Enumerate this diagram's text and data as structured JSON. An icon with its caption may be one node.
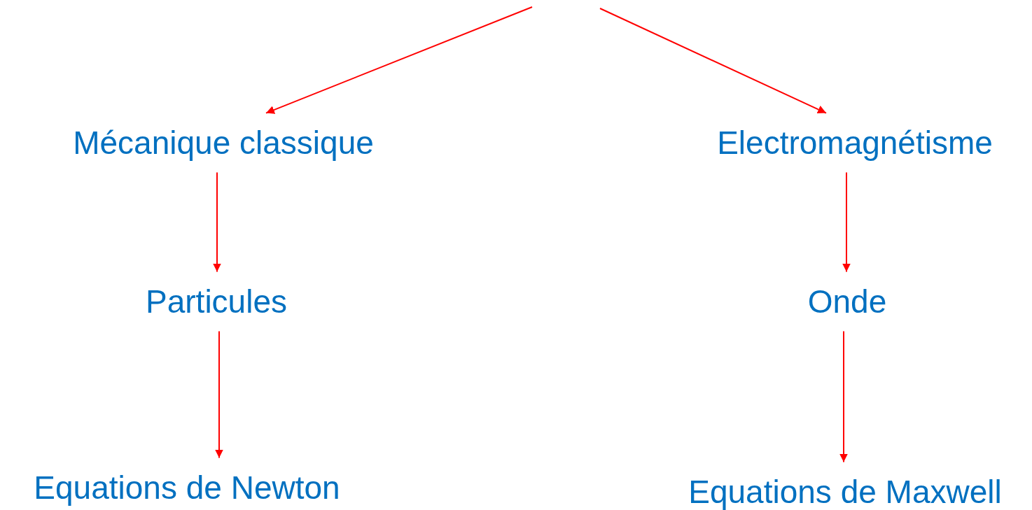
{
  "diagram": {
    "nodes": [
      {
        "text": [
          "Mécanique classique"
        ]
      },
      {
        "text": [
          "Electromagnétisme"
        ]
      },
      {
        "text": [
          "Particules"
        ]
      },
      {
        "text": [
          "Onde"
        ]
      },
      {
        "text": [
          "Equations de Newton"
        ]
      },
      {
        "text": [
          "Equations de Maxwell"
        ]
      }
    ],
    "edges": [
      {
        "from": null,
        "to": 0,
        "arrow": "to"
      },
      {
        "from": null,
        "to": 1,
        "arrow": "to"
      },
      {
        "from": 0,
        "to": 2,
        "arrow": "to"
      },
      {
        "from": 2,
        "to": 4,
        "arrow": "to"
      },
      {
        "from": 1,
        "to": 3,
        "arrow": "to"
      },
      {
        "from": 3,
        "to": 5,
        "arrow": "to"
      }
    ]
  }
}
